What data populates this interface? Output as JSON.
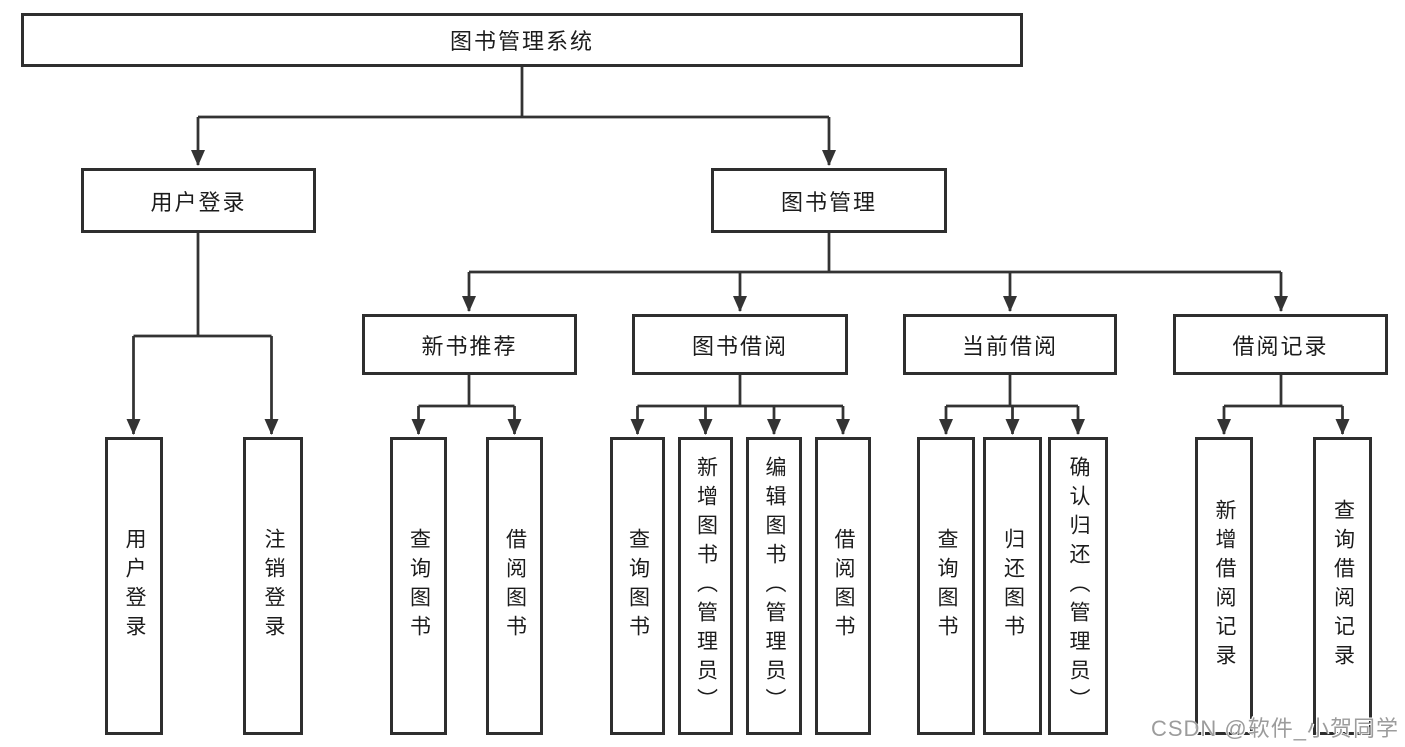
{
  "diagram": {
    "type": "hierarchy-tree",
    "nodes": {
      "root": "图书管理系统",
      "login": "用户登录",
      "manage": "图书管理",
      "recommend": "新书推荐",
      "borrow": "图书借阅",
      "current": "当前借阅",
      "records": "借阅记录"
    },
    "leaves": {
      "login": [
        "用户登录",
        "注销登录"
      ],
      "recommend": [
        "查询图书",
        "借阅图书"
      ],
      "borrow": [
        "查询图书",
        "新增图书（管理员）",
        "编辑图书（管理员）",
        "借阅图书"
      ],
      "current": [
        "查询图书",
        "归还图书",
        "确认归还（管理员）"
      ],
      "records": [
        "新增借阅记录",
        "查询借阅记录"
      ]
    },
    "edges": [
      [
        "图书管理系统",
        "用户登录"
      ],
      [
        "图书管理系统",
        "图书管理"
      ],
      [
        "用户登录",
        "用户登录"
      ],
      [
        "用户登录",
        "注销登录"
      ],
      [
        "图书管理",
        "新书推荐"
      ],
      [
        "图书管理",
        "图书借阅"
      ],
      [
        "图书管理",
        "当前借阅"
      ],
      [
        "图书管理",
        "借阅记录"
      ]
    ],
    "colors": {
      "background": "#ffffff",
      "box_fill": "#ffffff",
      "box_border": "#2e2e2e",
      "line": "#333333",
      "text": "#1c1c1c",
      "watermark": "#9c9c9c"
    },
    "watermark": "CSDN @软件_小贺同学"
  }
}
